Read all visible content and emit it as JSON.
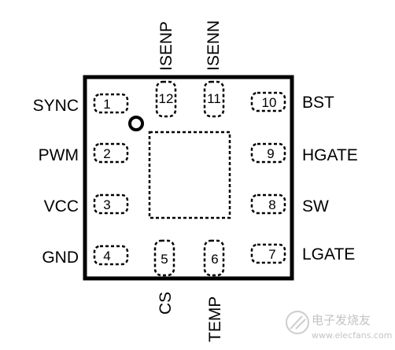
{
  "package": {
    "pins": [
      {
        "number": "1",
        "name": "SYNC"
      },
      {
        "number": "2",
        "name": "PWM"
      },
      {
        "number": "3",
        "name": "VCC"
      },
      {
        "number": "4",
        "name": "GND"
      },
      {
        "number": "5",
        "name": "CS"
      },
      {
        "number": "6",
        "name": "TEMP"
      },
      {
        "number": "7",
        "name": "LGATE"
      },
      {
        "number": "8",
        "name": "SW"
      },
      {
        "number": "9",
        "name": "HGATE"
      },
      {
        "number": "10",
        "name": "BST"
      },
      {
        "number": "11",
        "name": "ISENN"
      },
      {
        "number": "12",
        "name": "ISENP"
      }
    ],
    "colors": {
      "outline": "#000000",
      "background": "#ffffff",
      "watermark": "#bdbdbd"
    }
  },
  "watermark": {
    "text": "电子发烧友",
    "url": "www.elecfans.com"
  }
}
